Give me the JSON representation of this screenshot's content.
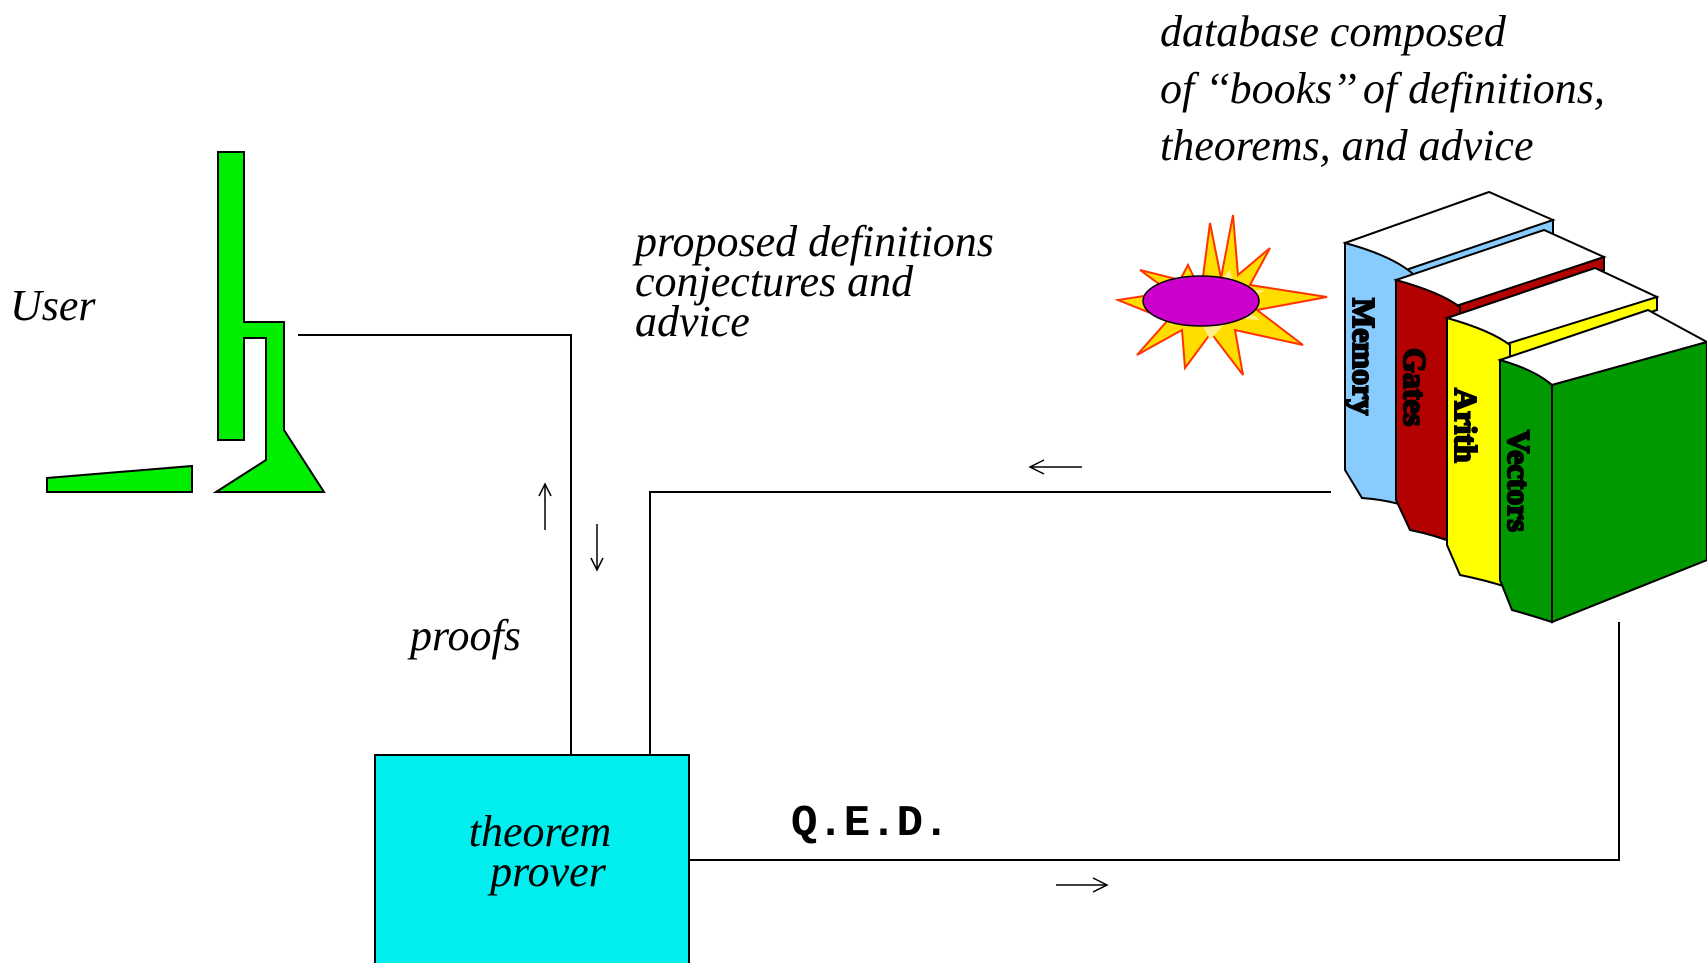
{
  "labels": {
    "user": "User",
    "proposed_line1": "proposed definitions",
    "proposed_line2": "conjectures and",
    "proposed_line3": "advice",
    "proofs": "proofs",
    "database_line1": "database composed",
    "database_line2": "of ‘‘books’’ of definitions,",
    "database_line3": "theorems, and advice",
    "prover_line1": "theorem",
    "prover_line2": "prover",
    "qed": "Q.E.D."
  },
  "books": [
    {
      "label": "Memory",
      "color": "#88ccff"
    },
    {
      "label": "Gates",
      "color": "#b30000"
    },
    {
      "label": "Arith",
      "color": "#ffff00"
    },
    {
      "label": "Vectors",
      "color": "#009900"
    }
  ],
  "colors": {
    "user_figure": "#00ee00",
    "prover_box": "#00eeee",
    "starburst_outer": "#ff3300",
    "starburst_inner": "#ffdd00",
    "starburst_core": "#cc00cc"
  },
  "icons": {
    "user": "computer-user-icon",
    "starburst": "starburst-icon"
  }
}
